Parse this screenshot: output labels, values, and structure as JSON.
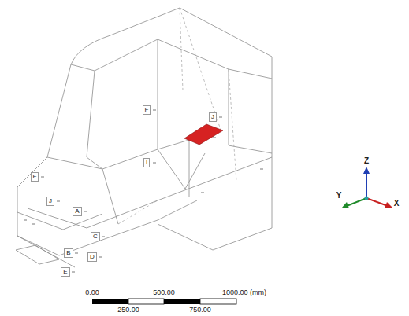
{
  "diagram": {
    "labels": [
      "F",
      "J",
      "I",
      "F",
      "J",
      "A",
      "C",
      "B",
      "D",
      "E",
      "0.00",
      "500.00",
      "1000.00 (mm)",
      "250.00",
      "750.00",
      "Z",
      "Y",
      "X"
    ]
  }
}
